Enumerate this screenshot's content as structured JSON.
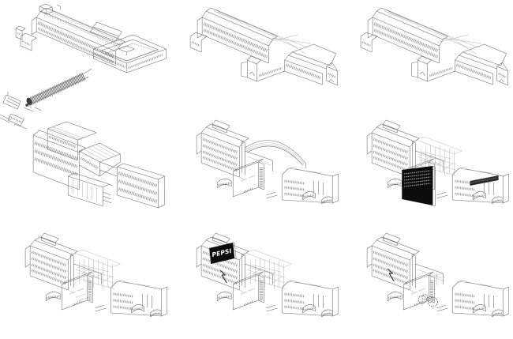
{
  "page": {
    "background": "#ffffff"
  },
  "palette": {
    "line": "#6a6a6a",
    "line_light": "#9b9b9b",
    "window_band": "#7d7d7d",
    "ink_dark": "#333333",
    "panel_black": "#0d0d0d",
    "sign_text_color": "#ffffff"
  },
  "grid": {
    "rows": 3,
    "cols": 3
  },
  "figures": [
    {
      "name": "complex-aerial-with-ribbed-gallery"
    },
    {
      "name": "complex-overview-a"
    },
    {
      "name": "complex-overview-b"
    },
    {
      "name": "modern-block-fragment"
    },
    {
      "name": "fragment-with-barrel-vault"
    },
    {
      "name": "fragment-with-black-billboard"
    },
    {
      "name": "fragment-open-roof-structure"
    },
    {
      "name": "fragment-with-pepsi-sign",
      "sign_text": "PEPSI"
    },
    {
      "name": "fragment-with-courtyard-trees"
    }
  ]
}
